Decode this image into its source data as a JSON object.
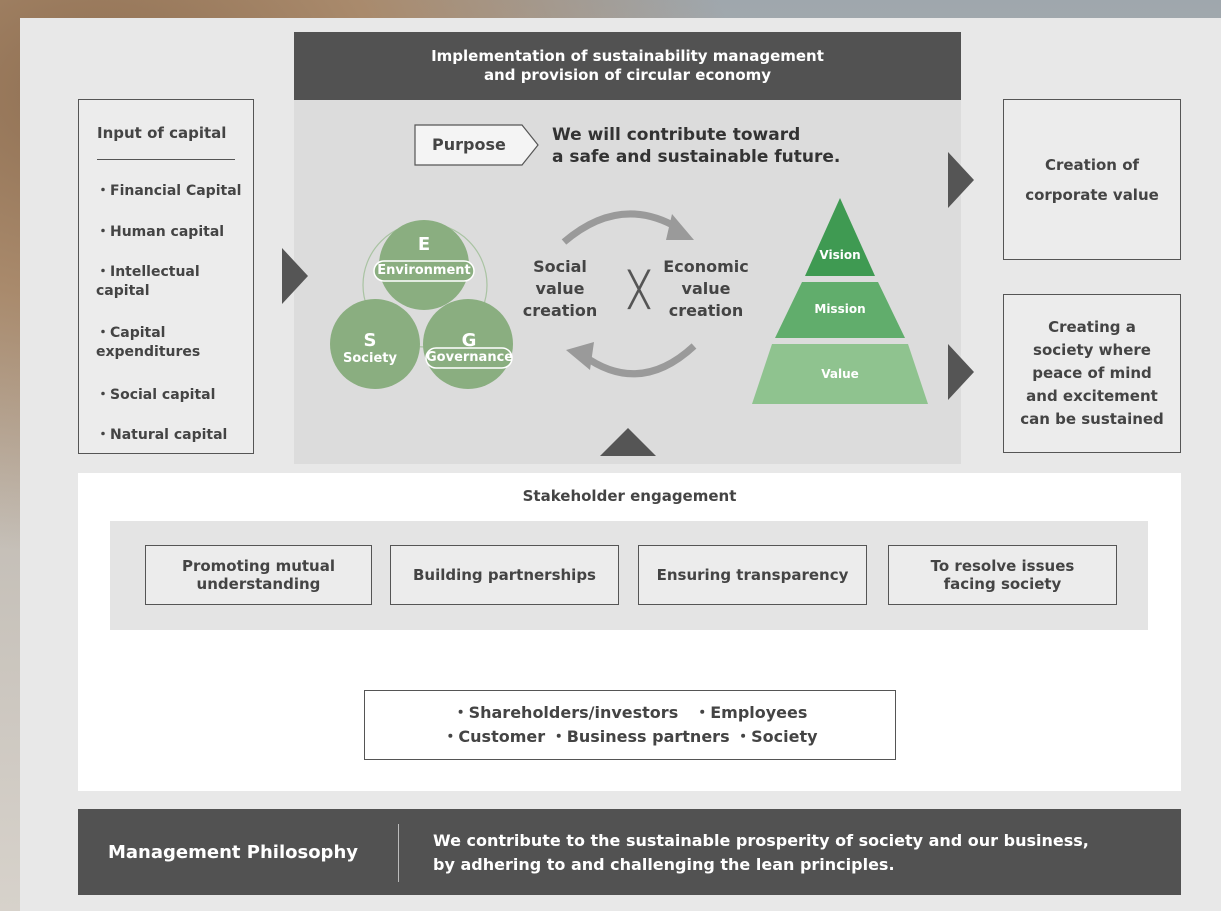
{
  "banner": {
    "text": "Implementation of sustainability management\nand provision of circular economy"
  },
  "input_of_capital": {
    "title": "Input of capital",
    "items": [
      "・Financial Capital",
      "・Human capital",
      "・Intellectual\n  capital",
      "・Capital\n  expenditures",
      "・Social capital",
      "・Natural capital"
    ]
  },
  "purpose": {
    "label": "Purpose",
    "text": "We will contribute toward\na safe and sustainable future."
  },
  "esg": {
    "e_letter": "E",
    "e_label": "Environment",
    "s_letter": "S",
    "s_label": "Society",
    "g_letter": "G",
    "g_label": "Governance"
  },
  "value_creation": {
    "social": "Social\nvalue\ncreation",
    "economic": "Economic\nvalue\ncreation",
    "cross_symbol": "╳"
  },
  "pyramid": {
    "tiers": [
      "Vision",
      "Mission",
      "Value"
    ]
  },
  "outputs": {
    "corporate_value": "Creation of\ncorporate value",
    "society": "Creating a\nsociety where\npeace of mind\nand excitement\ncan be sustained"
  },
  "stakeholder": {
    "title": "Stakeholder engagement",
    "principles": [
      "Promoting mutual\nunderstanding",
      "Building partnerships",
      "Ensuring transparency",
      "To resolve issues\nfacing society"
    ],
    "groups_line1": "・Shareholders/investors　・Employees",
    "groups_line2": "・Customer ・Business partners ・Society"
  },
  "management_philosophy": {
    "label": "Management Philosophy",
    "text": "We contribute to the sustainable prosperity of society and our business,\nby adhering to and challenging the lean principles."
  },
  "colors": {
    "dark_gray": "#525252",
    "esg_green": "#8aae80",
    "vision_green": "#3f9a52",
    "mission_green": "#61ad6c",
    "value_green": "#8fc38f",
    "arrow_gray": "#9a9a9a"
  }
}
